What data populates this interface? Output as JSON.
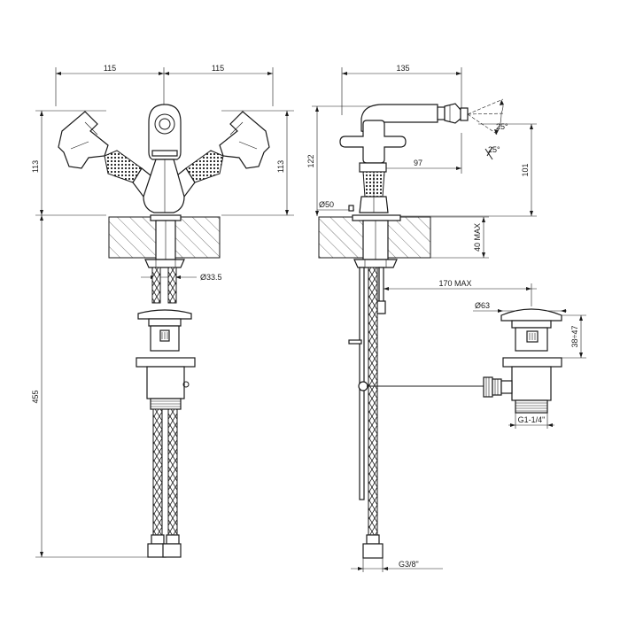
{
  "front_view": {
    "dim_width_left": "115",
    "dim_width_right": "115",
    "dim_height_left": "113",
    "dim_height_right": "113",
    "dim_total_height": "455",
    "dim_shank_diameter": "Ø33.5"
  },
  "side_view": {
    "dim_depth": "135",
    "dim_height": "122",
    "dim_spout_height": "101",
    "dim_spout_reach": "97",
    "dim_base_diameter": "Ø50",
    "dim_angle_up": "25°",
    "dim_angle_down": "25°",
    "dim_deck_max": "40 MAX",
    "dim_rod_max": "170 MAX",
    "dim_inlet_thread": "G3/8\""
  },
  "waste_view": {
    "dim_plug_diameter": "Ø63",
    "dim_plug_range": "38÷47",
    "dim_waste_thread": "G1-1/4\""
  }
}
